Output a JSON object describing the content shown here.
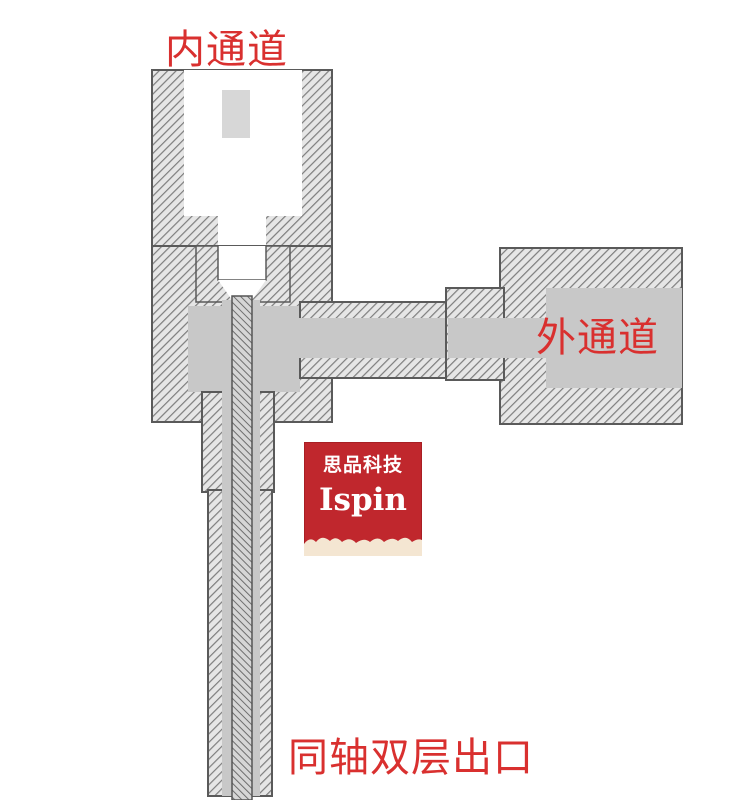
{
  "labels": {
    "inner_channel": "内通道",
    "outer_channel": "外通道",
    "outlet": "同轴双层出口"
  },
  "logo": {
    "chinese": "思品科技",
    "english": "Ispin"
  },
  "colors": {
    "label": "#d9302f",
    "body_hatch": "#a9a9a9",
    "channel": "#c8c8c8",
    "logo_bg": "#c0272d"
  }
}
